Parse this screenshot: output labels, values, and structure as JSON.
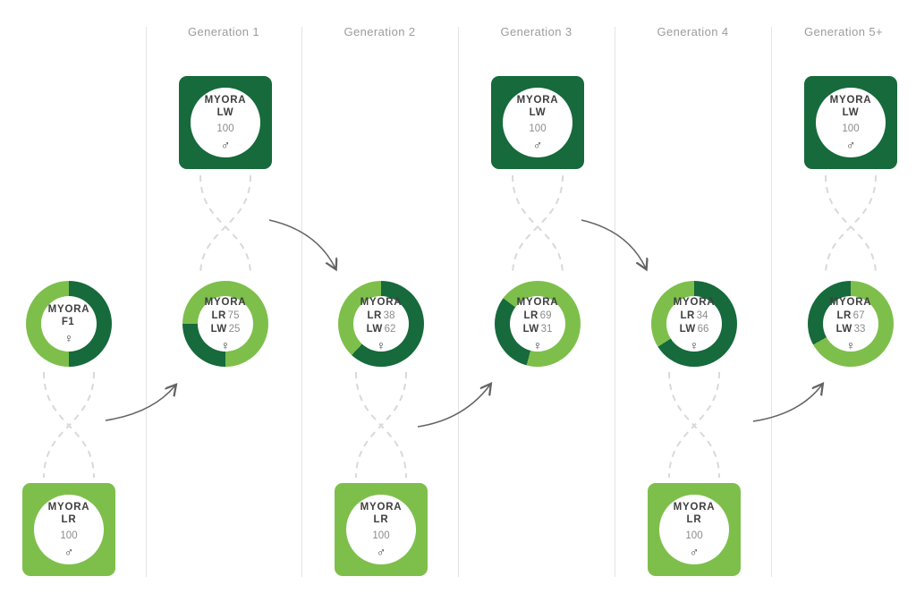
{
  "colors": {
    "dark_green": "#166a3b",
    "light_green": "#7ebf4c",
    "text_dark": "#3f3f3f",
    "text_gray": "#8c8c8c"
  },
  "columns": [
    {
      "header": "",
      "donut": {
        "brand": "MYORA",
        "rows": [
          {
            "label": "F1",
            "value": ""
          }
        ],
        "sex": "♀",
        "lw_pct": 50,
        "start_deg": 0
      },
      "square": {
        "brand": "MYORA",
        "breed": "LR",
        "value": "100",
        "sex": "♂",
        "variant": "light_green",
        "position": "bottom"
      }
    },
    {
      "header": "Generation 1",
      "square": {
        "brand": "MYORA",
        "breed": "LW",
        "value": "100",
        "sex": "♂",
        "variant": "dark_green",
        "position": "top"
      },
      "donut": {
        "brand": "MYORA",
        "rows": [
          {
            "label": "LR",
            "value": "75"
          },
          {
            "label": "LW",
            "value": "25"
          }
        ],
        "sex": "♀",
        "lw_pct": 25,
        "start_deg": 180
      }
    },
    {
      "header": "Generation 2",
      "donut": {
        "brand": "MYORA",
        "rows": [
          {
            "label": "LR",
            "value": "38"
          },
          {
            "label": "LW",
            "value": "62"
          }
        ],
        "sex": "♀",
        "lw_pct": 62,
        "start_deg": 0
      },
      "square": {
        "brand": "MYORA",
        "breed": "LR",
        "value": "100",
        "sex": "♂",
        "variant": "light_green",
        "position": "bottom"
      }
    },
    {
      "header": "Generation 3",
      "square": {
        "brand": "MYORA",
        "breed": "LW",
        "value": "100",
        "sex": "♂",
        "variant": "dark_green",
        "position": "top"
      },
      "donut": {
        "brand": "MYORA",
        "rows": [
          {
            "label": "LR",
            "value": "69"
          },
          {
            "label": "LW",
            "value": "31"
          }
        ],
        "sex": "♀",
        "lw_pct": 31,
        "start_deg": 195
      }
    },
    {
      "header": "Generation 4",
      "donut": {
        "brand": "MYORA",
        "rows": [
          {
            "label": "LR",
            "value": "34"
          },
          {
            "label": "LW",
            "value": "66"
          }
        ],
        "sex": "♀",
        "lw_pct": 66,
        "start_deg": 0
      },
      "square": {
        "brand": "MYORA",
        "breed": "LR",
        "value": "100",
        "sex": "♂",
        "variant": "light_green",
        "position": "bottom"
      }
    },
    {
      "header": "Generation 5+",
      "square": {
        "brand": "MYORA",
        "breed": "LW",
        "value": "100",
        "sex": "♂",
        "variant": "dark_green",
        "position": "top"
      },
      "donut": {
        "brand": "MYORA",
        "rows": [
          {
            "label": "LR",
            "value": "67"
          },
          {
            "label": "LW",
            "value": "33"
          }
        ],
        "sex": "♀",
        "lw_pct": 33,
        "start_deg": 241
      }
    }
  ]
}
